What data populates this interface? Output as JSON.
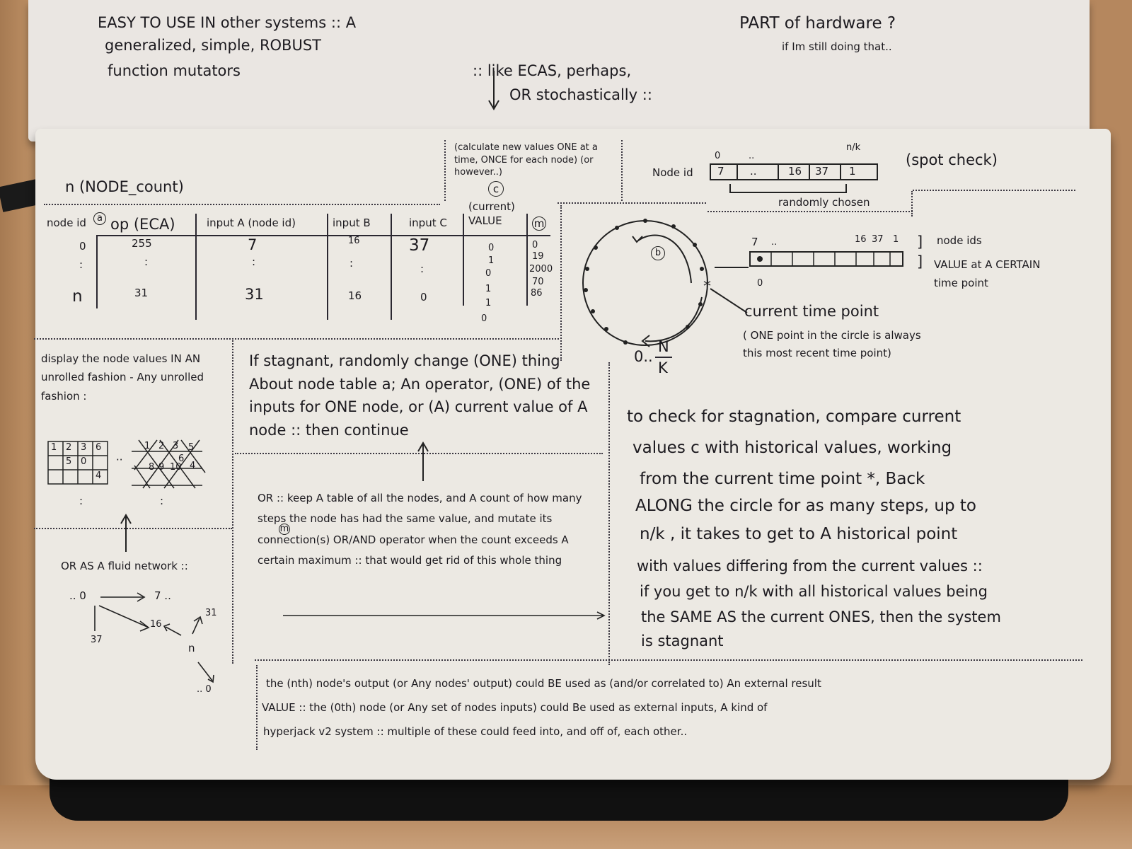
{
  "top": {
    "lines": [
      "EASY TO USE IN other systems :: A",
      "generalized, simple, ROBUST",
      "function mutators"
    ],
    "ecas_note": ":: like ECAS, perhaps,",
    "stoch_note": "OR stochastically ::",
    "hardware_q": "PART of hardware ?",
    "hardware_note": "if Im still doing that.."
  },
  "node_count": "n (NODE_count)",
  "calc_note": "(calculate new values ONE at a time, ONCE for each node) (or however..)",
  "calc_marker": "c",
  "table": {
    "headers": [
      "node id",
      "op (ECA)",
      "input A (node id)",
      "input B",
      "input C",
      "(current) VALUE",
      "m"
    ],
    "header_marker": "a",
    "rows": [
      [
        "0",
        "255",
        "7",
        "16",
        "37",
        "0",
        "0"
      ],
      [
        ":",
        ":",
        ":",
        ":",
        ":",
        "1",
        "19"
      ],
      [
        "",
        "",
        "",
        "",
        "",
        "0",
        "2000"
      ],
      [
        "n",
        "31",
        "31",
        "16",
        "0",
        "1",
        "70"
      ],
      [
        "",
        "",
        "",
        "",
        "",
        "1",
        "86"
      ],
      [
        "",
        "",
        "",
        "",
        "",
        "0",
        ""
      ]
    ]
  },
  "spot": {
    "label": "Node id",
    "top_labels": [
      "0",
      "..",
      "n/k"
    ],
    "cells": [
      "7",
      "..",
      "16",
      "37",
      "1"
    ],
    "note": "(spot check)",
    "randomly": "randomly chosen"
  },
  "circle": {
    "marker": "b",
    "range_label": "0..",
    "fraction_top": "N",
    "fraction_bottom": "K",
    "strip_top": [
      "7",
      "..",
      "16",
      "37",
      "1"
    ],
    "strip_bottom_label": "0",
    "node_ids": "node ids",
    "value_at": "VALUE at A CERTAIN time point",
    "current_time": "current time point",
    "current_time_note": "( ONE point in the circle is always this most recent time point)"
  },
  "display": {
    "text": "display the node values IN AN unrolled fashion - Any unrolled fashion :",
    "grid_cells": [
      "1",
      "2",
      "3",
      "6",
      "",
      "5",
      "0",
      "",
      "",
      "",
      "",
      "4"
    ],
    "tri_cells": [
      "1",
      "2",
      "3",
      "5",
      "6",
      "8",
      "9",
      "10",
      "4"
    ],
    "fluid": "OR AS A fluid network ::",
    "net": [
      ".. 0",
      "7 ..",
      "37",
      "16",
      "31",
      "n",
      ".. 0"
    ]
  },
  "stagnant": {
    "text": "If stagnant, randomly change (ONE) thing About node table a; An operator, (ONE) of the inputs for ONE node, or (A) current value of A node :: then continue",
    "or_text": "OR :: keep A table of all the nodes, and A count of how many steps the node has had the same value, and mutate its connection(s) OR/AND operator when the count exceeds A certain maximum :: that would get rid of this whole thing",
    "or_marker": "m"
  },
  "check": {
    "line1": "to check for stagnation, compare current",
    "line2": "values c with historical values, working",
    "line3": "from the current time point *, Back",
    "line4": "ALONG the circle for as many steps, up to",
    "line5_pre": "n/k , it takes to get to A historical point",
    "line6": "with values differing from the current values ::",
    "line7": "if you get to n/k with all historical values being",
    "line8": "the SAME AS the current ONES, then the system",
    "line9": "is stagnant"
  },
  "bottom": {
    "line1": "the (nth) node's output (or Any nodes' output) could BE used as (and/or correlated to) An external result",
    "line2": "VALUE :: the (0th) node (or Any set of nodes inputs) could Be used as external inputs, A kind of",
    "line3": "hyperjack v2 system :: multiple of these could feed into, and off of, each other.."
  }
}
